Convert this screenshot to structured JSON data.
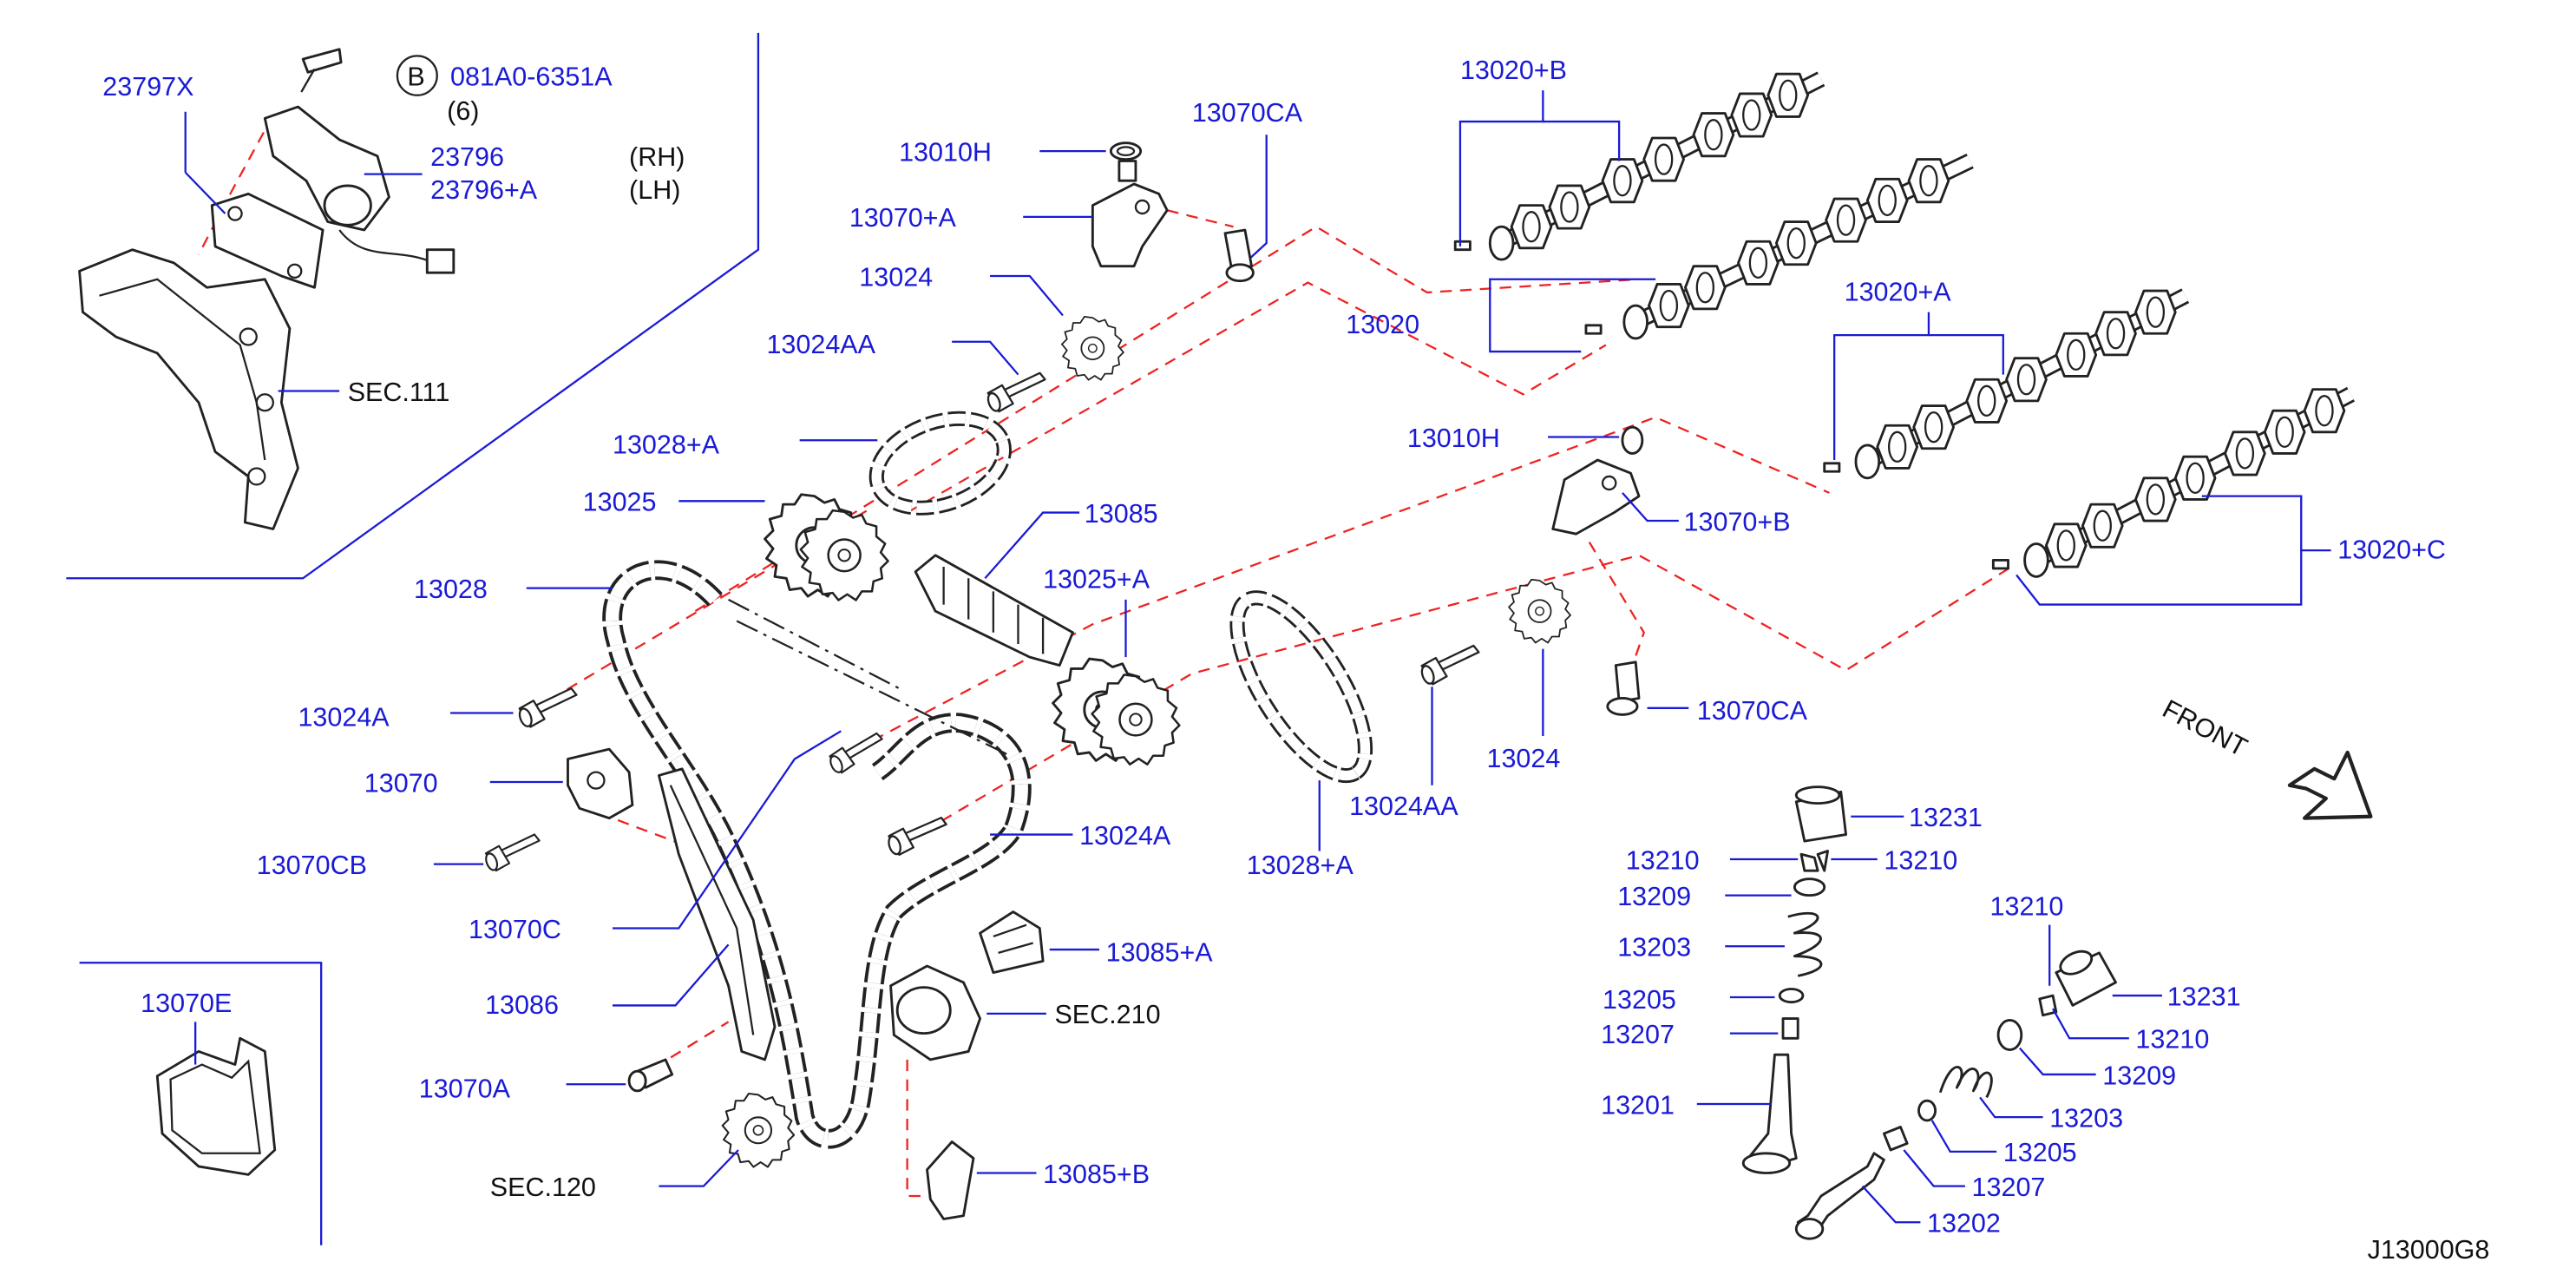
{
  "diagram_code": "J13000G8",
  "front_label": "FRONT",
  "inset_top": {
    "bolt_marker": "B",
    "bolt_part_number": "081A0-6351A",
    "bolt_quantity": "(6)",
    "sensor_rh": "23796",
    "sensor_lh": "23796+A",
    "side_rh": "(RH)",
    "side_lh": "(LH)",
    "bracket": "23797X",
    "section_ref": "SEC.111"
  },
  "inset_bottom": {
    "gasket": "13070E"
  },
  "labels": {
    "l13010H_a": "13010H",
    "l13070CA_a": "13070CA",
    "l13070A_plus": "13070+A",
    "l13024_a": "13024",
    "l13024AA_a": "13024AA",
    "l13020B": "13020+B",
    "l13020": "13020",
    "l13020A": "13020+A",
    "l13020C": "13020+C",
    "l13028A_a": "13028+A",
    "l13025": "13025",
    "l13085": "13085",
    "l13028": "13028",
    "l13025A": "13025+A",
    "l13010H_b": "13010H",
    "l13070B": "13070+B",
    "l13024A_a": "13024A",
    "l13070": "13070",
    "l13070CB": "13070CB",
    "l13024A_b": "13024A",
    "l13070C": "13070C",
    "l13086": "13086",
    "l13070A": "13070A",
    "sec120": "SEC.120",
    "l13085A": "13085+A",
    "sec210": "SEC.210",
    "l13085B": "13085+B",
    "l13028A_b": "13028+A",
    "l13024AA_b": "13024AA",
    "l13024_b": "13024",
    "l13070CA_b": "13070CA"
  },
  "valve_labels": {
    "l13231_a": "13231",
    "l13210_a": "13210",
    "l13210_b": "13210",
    "l13209_a": "13209",
    "l13203_a": "13203",
    "l13205_a": "13205",
    "l13207_a": "13207",
    "l13201": "13201",
    "l13210_c": "13210",
    "l13231_b": "13231",
    "l13210_d": "13210",
    "l13209_b": "13209",
    "l13203_b": "13203",
    "l13205_b": "13205",
    "l13207_b": "13207",
    "l13202": "13202"
  }
}
